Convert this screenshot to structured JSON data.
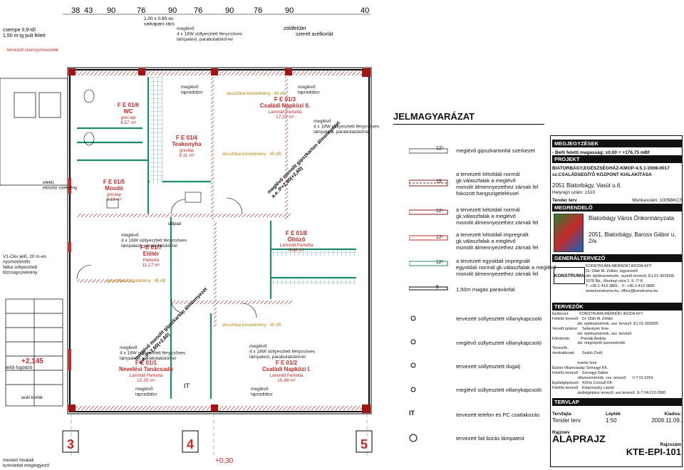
{
  "plan": {
    "top_dims": [
      "38",
      "43",
      "90",
      "76",
      "90",
      "76",
      "90",
      "76",
      "90",
      "40"
    ],
    "notes": {
      "zoldfelulet": "zöldfelület",
      "szerelt": "szerelt acélkorlát",
      "csempe_left": "csempe 0,9-től\n1,50 m-ig pult felett",
      "terv_strip": "tervezett szennyvízvezeték",
      "sarok": "1,00 x 0,90-es\nsarkaparo rács"
    },
    "rooms": [
      {
        "code": "F E 01/6",
        "name": "WC",
        "floor": "gres lap",
        "area": "4,57 m²"
      },
      {
        "code": "F E 01/5",
        "name": "Mosdó",
        "floor": "greslap",
        "area": "3,13 m²"
      },
      {
        "code": "F E 01/4",
        "name": "Teakonyha",
        "floor": "greslap",
        "area": "8,11 m²"
      },
      {
        "code": "F E 01/3",
        "name": "Családi Napközi II.",
        "floor": "Laminált Parketta",
        "area": "17,37 m²"
      },
      {
        "code": "F E 01/7",
        "name": "Előtér",
        "floor": "Parketta",
        "area": "11,17 m²"
      },
      {
        "code": "F E 01/8",
        "name": "Öltöző",
        "floor": "Laminált Parketta",
        "area": "4,88 m²"
      },
      {
        "code": "F E 01/1",
        "name": "Nevelési Tanácsadó",
        "floor": "Laminált Parketta",
        "area": "12,25 m²"
      },
      {
        "code": "F E 01/2",
        "name": "Családi Napközi I.",
        "floor": "Laminált Parketta",
        "area": "15,88 m²"
      }
    ],
    "lamp": "meglévő\n4 x 18W süllyesztett fénycsöves\nlámpatest, parabolatükörrel",
    "radiator": "meglévő\nlapradiátor",
    "acoustic": "akusztikai követelmény : 45 dB",
    "gipsz": "meglévő monolit gipszkarton álmennyezet\na.e.:P+2,60(+2,60)",
    "markers": [
      "3",
      "4",
      "5"
    ],
    "level_left": "+2,145",
    "left_labels": [
      "elektr.\nelosztó szekrény",
      "V1-Cku jelű, 20 m-es\nnyomótömlős\nfalba süllyesztett\ntűzcsapszekrény",
      "tetői fogódzó",
      "acél korlát",
      "mesteri hivatali\nturkolattal meglegyező"
    ],
    "bottom_level": "+0,30",
    "it": "IT",
    "door": "ülőpad"
  },
  "legend": {
    "title": "JELMAGYARÁZAT",
    "items": [
      "meglévő gipszkartonfal szerkezet",
      "a tervezett kétoldali normál\ngk.válaszfalak a meglévő\nmonolit álmennyezethez zárnak fel\nfokozott hangszigeteléssel",
      "a tervezett kétoldali normál\ngk.válaszfalak a meglévő\nmonolit álmennyezethez zárnak fel",
      "a tervezett kétoldali impregnált\ngk.válaszfalak a meglévő\nmonolit álmennyezethez zárnak fel",
      "a tervezett egyoldali impregnált\negyoldali normál gk.válaszfalak a meglévő\nmonolit álmennyezethez zárnak fel",
      "1,50m magas paravánfal",
      "tervezett süllyesztett villanykapcsoló",
      "meglévő süllyesztett villanykapcsoló",
      "tervezett süllyesztett dugalj",
      "meglévő süllyesztett villanykapcsoló",
      "tervezett  telefon és PC csatlakozás",
      "tervezett  fali búrás lámpatest"
    ],
    "dims": [
      "12⁵",
      "15",
      "12⁵",
      "12⁵",
      "12⁵",
      "5"
    ],
    "it_symbol": "IT"
  },
  "titleblock": {
    "megjegyzesek": "MEGJEGYZÉSEK",
    "magassag": "- Belti feletti magasság: ±0,00 = +176,75 mBf",
    "projekt_h": "PROJEKT",
    "projekt": "BIATORBÁGY,EGÉSZSÉGHÁZ-KMOP-4.5.1-2008-0017\nsz.CSALÁDSEGÍTŐ KÖZPONT KIALAKÍTÁSA",
    "cim": "2051 Biatorbágy, Vasút u.6.",
    "hrsz": "Helyrajzi szám: 1510",
    "tender": "Tender terv",
    "munkaszam": "Munkaszám: 1005BKCS",
    "megrendelo_h": "MEGRENDELŐ",
    "megrendelo": "Biatorbágy Város Önkormányzata",
    "megrendelo_cim": "2051, Biatorbágy, Baross Gábor u. 2/a",
    "general_h": "GENERÁLTERVEZŐ",
    "logo": "KONSTRUMA",
    "iroda": "KONSTRUMA MÉRNÖKI IRODA KFT.\nDr. Oláh M. Zoltán, ügyvezető\nokl. építészmérnök, vezető tervező, É1 01-3029/05\n1078 Bp., Murányi utca 1. II. /7-8.\nT: +36-1-413-3881,   F: +36-1-413-3890\nwww.konstruma.hu, office@konstruma.hu",
    "tervezok_h": "TERVEZŐK",
    "tervezok": "Építészet:          KONSTRUMA MÉRNÖKI IRODA KFT.\nFelelős tervező:   Dr. Oláh M. Zoltán\n                        okl. építészmérnök, vez. tervező  É1 01-3029/05\nVezető építész:    Sebestyén Imre\n                        okl. építészmérnök, vez. tervező\nFőmérnök:          Previák András\n                        okl. mégnépítő üzemmérnök\nTervezők,\nmunkatársak:       Szabó Zsolt\n\n                        Ivanits Imre\nÉpület Villamosság: Somogyi Kft.\nFelelős tervező:   Somogyi Gábor\n                        villamosmérnök, vez. tervező      V-T 01 0264\nÉpületgépészet:   Kőrös Consult Kft.\nFelelős tervező:   Kolarovszky László\n                        épületgépész tervező, vez.tervező  G-T 04-212-2000",
    "tervlap_h": "TERVLAP",
    "tervfajta_l": "Tervfajta",
    "tervfajta": "Tender terv",
    "lepték_l": "Lépték",
    "lepték": "1:50",
    "kiadva_l": "Kiadva:",
    "kiadva": "2009.11.09.",
    "rajznev_l": "Rajznév",
    "rajznev": "ALAPRAJZ",
    "rajzszam_l": "Rajzszám",
    "rajzszam": "KTE-EPI-101"
  },
  "colors": {
    "wall": "#8b1a1a",
    "gypsum": "#1f8a6e",
    "hatch": "#c84a4a",
    "accent": "#c62828"
  }
}
